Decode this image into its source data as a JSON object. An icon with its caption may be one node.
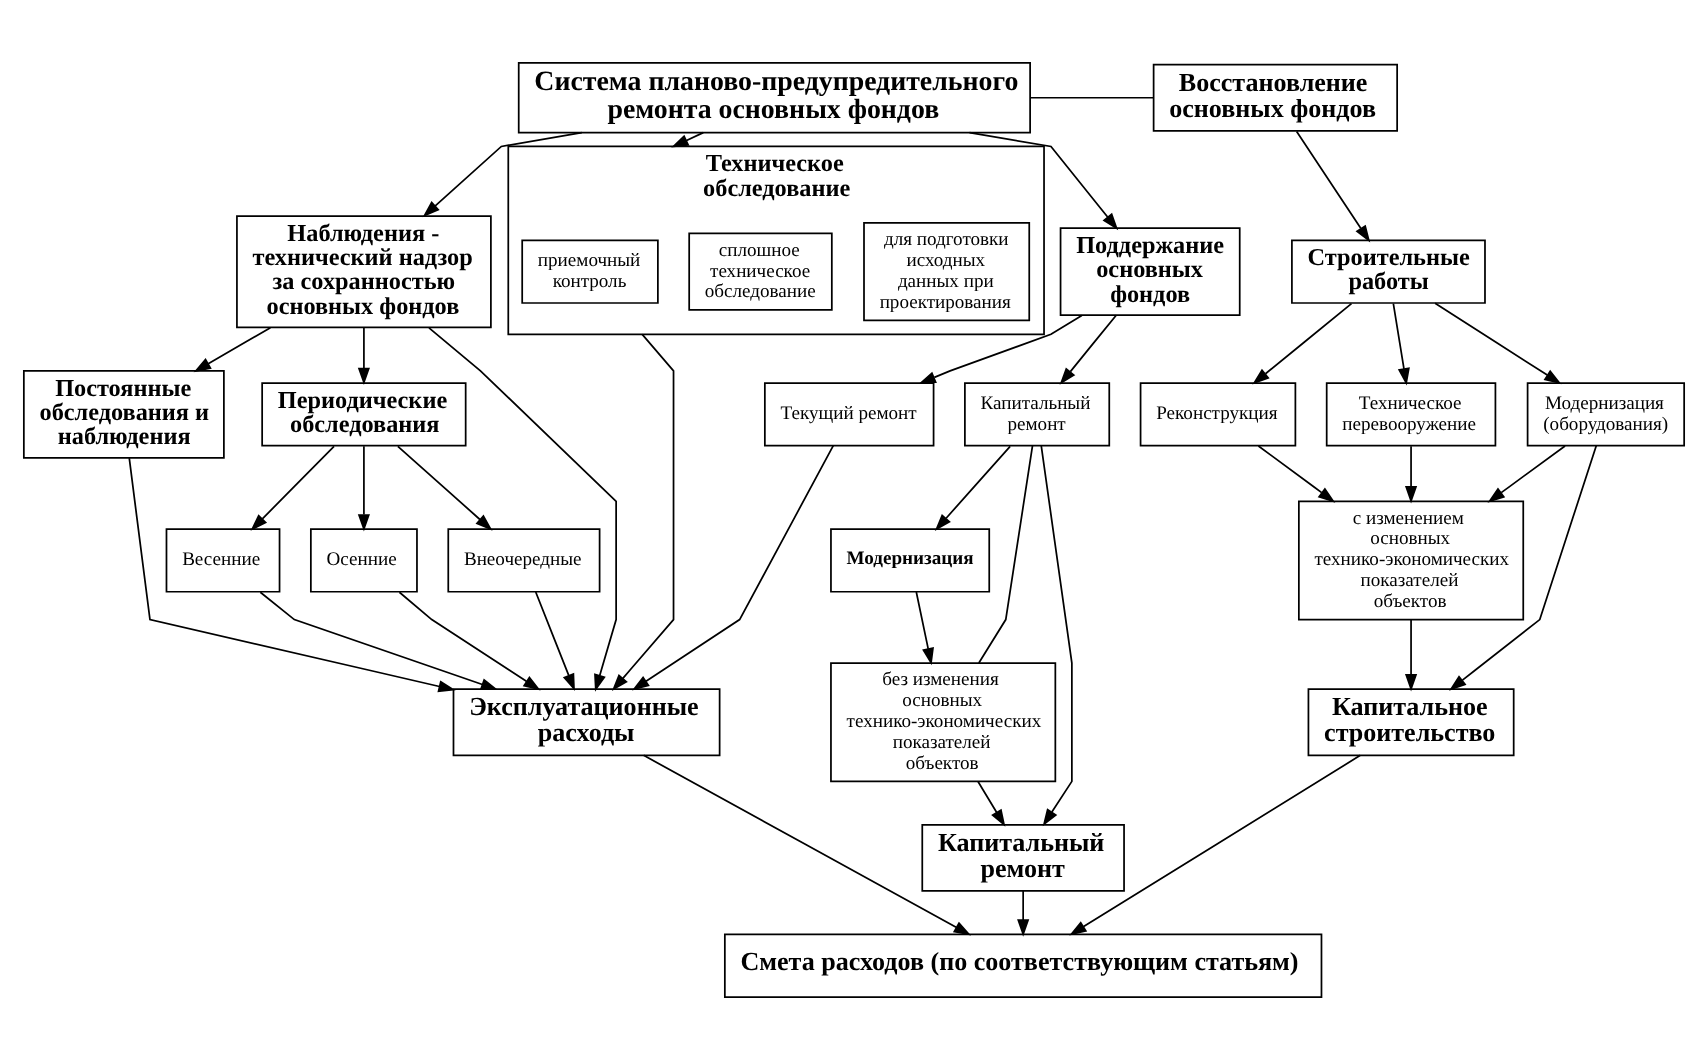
{
  "diagram": {
    "nodes": [
      {
        "text": [
          "Система планово-предупредительного ремонта основных фондов"
        ]
      },
      {
        "text": [
          "Восстановление основных фондов"
        ]
      },
      {
        "text": [
          "Наблюдения - технический надзор за сохранностью основных фондов"
        ]
      },
      {
        "text": [
          "Техническое обследование"
        ]
      },
      {
        "text": [
          "приемочный контроль"
        ],
        "in": 3
      },
      {
        "text": [
          "сплошное техническое обследование"
        ],
        "in": 3
      },
      {
        "text": [
          "для подготовки исходных данных при проектирования"
        ],
        "in": 3
      },
      {
        "text": [
          "Поддержание основных фондов"
        ]
      },
      {
        "text": [
          "Строительные работы"
        ]
      },
      {
        "text": [
          "Постоянные обследования и наблюдения"
        ]
      },
      {
        "text": [
          "Периодические обследования"
        ]
      },
      {
        "text": [
          "Текущий ремонт"
        ]
      },
      {
        "text": [
          "Капитальный ремонт"
        ]
      },
      {
        "text": [
          "Реконструкция"
        ]
      },
      {
        "text": [
          "Техническое перевооружение"
        ]
      },
      {
        "text": [
          "Модернизация"
        ]
      },
      {
        "text": [
          "Модернизация (оборудования)"
        ]
      },
      {
        "text": [
          "Весенние"
        ]
      },
      {
        "text": [
          "Осенние"
        ]
      },
      {
        "text": [
          "Внеочередные"
        ]
      },
      {
        "text": [
          "без изменения основных технико-экономических показателей объектов"
        ]
      },
      {
        "text": [
          "с изменением основных технико-экономических показателей объектов"
        ]
      },
      {
        "text": [
          "Эксплуатационные расходы"
        ]
      },
      {
        "text": [
          "Капитальный ремонт"
        ]
      },
      {
        "text": [
          "Капитальное строительство"
        ]
      },
      {
        "text": [
          "Смета расходов (по соответствующим статьям)"
        ]
      }
    ],
    "edges": [
      {
        "from": 0,
        "to": 1,
        "arrow": "none"
      },
      {
        "from": 0,
        "to": 2,
        "arrow": "to"
      },
      {
        "from": 0,
        "to": 3,
        "arrow": "to"
      },
      {
        "from": 0,
        "to": 7,
        "arrow": "to"
      },
      {
        "from": 1,
        "to": 8,
        "arrow": "to"
      },
      {
        "from": 2,
        "to": 9,
        "arrow": "to"
      },
      {
        "from": 2,
        "to": 10,
        "arrow": "to"
      },
      {
        "from": 10,
        "to": 17,
        "arrow": "to"
      },
      {
        "from": 10,
        "to": 18,
        "arrow": "to"
      },
      {
        "from": 10,
        "to": 19,
        "arrow": "to"
      },
      {
        "from": 7,
        "to": 11,
        "arrow": "to"
      },
      {
        "from": 7,
        "to": 12,
        "arrow": "to"
      },
      {
        "from": 8,
        "to": 13,
        "arrow": "to"
      },
      {
        "from": 8,
        "to": 14,
        "arrow": "to"
      },
      {
        "from": 8,
        "to": 16,
        "arrow": "to"
      },
      {
        "from": 12,
        "to": 15,
        "arrow": "to"
      },
      {
        "from": 12,
        "to": 20,
        "arrow": "none"
      },
      {
        "from": 15,
        "to": 20,
        "arrow": "to"
      },
      {
        "from": 13,
        "to": 21,
        "arrow": "to"
      },
      {
        "from": 14,
        "to": 21,
        "arrow": "to"
      },
      {
        "from": 16,
        "to": 21,
        "arrow": "to"
      },
      {
        "from": 9,
        "to": 22,
        "arrow": "to"
      },
      {
        "from": 17,
        "to": 22,
        "arrow": "to"
      },
      {
        "from": 18,
        "to": 22,
        "arrow": "to"
      },
      {
        "from": 19,
        "to": 22,
        "arrow": "to"
      },
      {
        "from": 2,
        "to": 22,
        "arrow": "to"
      },
      {
        "from": 3,
        "to": 22,
        "arrow": "to"
      },
      {
        "from": 11,
        "to": 22,
        "arrow": "to"
      },
      {
        "from": 12,
        "to": 23,
        "arrow": "to"
      },
      {
        "from": 20,
        "to": 23,
        "arrow": "to"
      },
      {
        "from": 21,
        "to": 24,
        "arrow": "to"
      },
      {
        "from": 16,
        "to": 24,
        "arrow": "to"
      },
      {
        "from": 22,
        "to": 25,
        "arrow": "to"
      },
      {
        "from": 23,
        "to": 25,
        "arrow": "to"
      },
      {
        "from": 24,
        "to": 25,
        "arrow": "to"
      }
    ]
  }
}
